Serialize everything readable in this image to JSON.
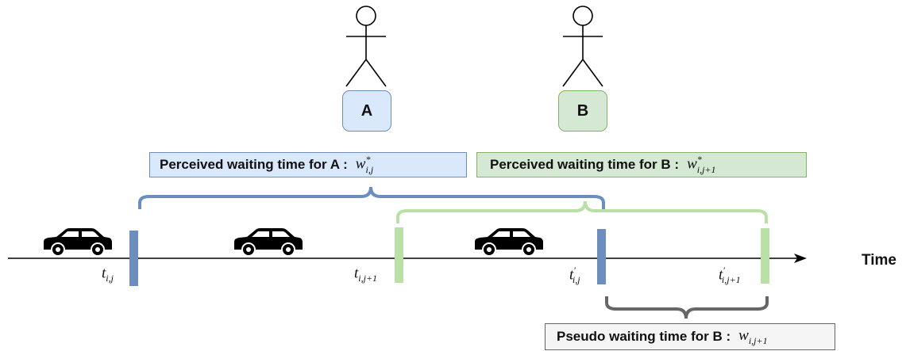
{
  "persons": [
    {
      "id": "A",
      "label": "A",
      "color": "#dae8fc",
      "border": "#6c8ebf"
    },
    {
      "id": "B",
      "label": "B",
      "color": "#d5e8d4",
      "border": "#82b366"
    }
  ],
  "labels": {
    "perceived_a_text": "Perceived waiting time for A :",
    "perceived_a_var": "w",
    "perceived_a_sup": "*",
    "perceived_a_sub": "i,j",
    "perceived_b_text": "Perceived waiting time for B :",
    "perceived_b_var": "w",
    "perceived_b_sup": "*",
    "perceived_b_sub": "i,j+1",
    "pseudo_b_text": "Pseudo waiting time for B :",
    "pseudo_b_var": "w",
    "pseudo_b_sub": "i,j+1"
  },
  "time_points": [
    {
      "var": "t",
      "sup": "",
      "sub": "i,j"
    },
    {
      "var": "t",
      "sup": "",
      "sub": "i,j+1"
    },
    {
      "var": "t",
      "sup": "′",
      "sub": "i,j"
    },
    {
      "var": "t",
      "sup": "′",
      "sub": "i,j+1"
    }
  ],
  "axis_label": "Time",
  "icons": [
    "car-icon",
    "car-icon",
    "car-icon",
    "person-icon",
    "person-icon"
  ],
  "colors": {
    "blue_marker": "#6c8ebf",
    "green_marker": "#b9e0a5",
    "brace_gray": "#666666",
    "axis": "#000000"
  }
}
